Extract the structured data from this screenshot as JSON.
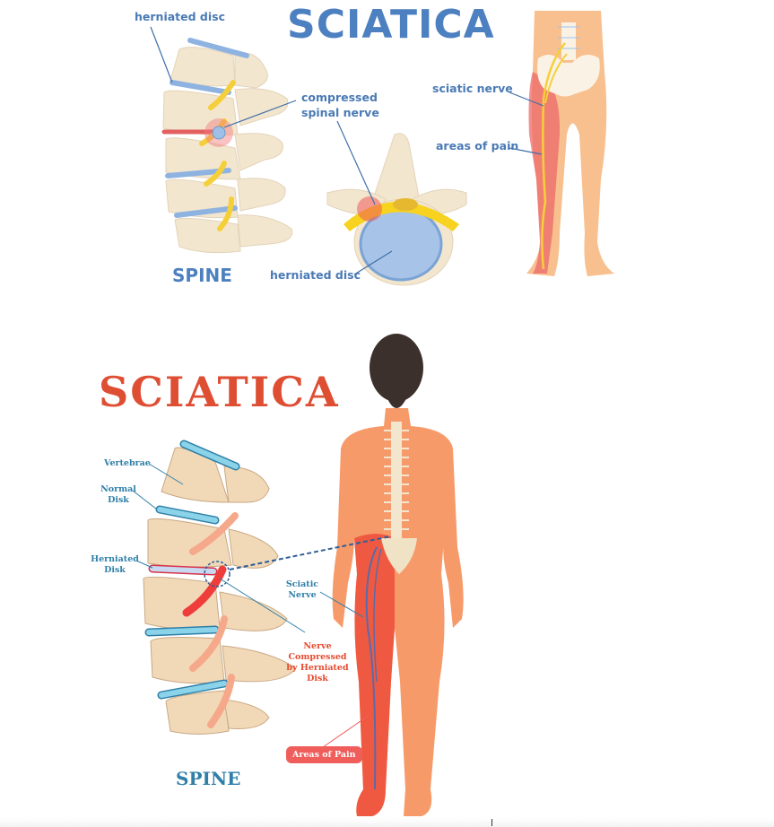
{
  "top_diagram": {
    "title": "SCIATICA",
    "title_color": "#4d80c0",
    "labels": {
      "herniated_disc_top": "herniated disc",
      "compressed_nerve_line1": "compressed",
      "compressed_nerve_line2": "spinal nerve",
      "herniated_disc_bottom": "herniated disc",
      "sciatic_nerve": "sciatic nerve",
      "areas_of_pain": "areas of pain"
    },
    "caption": "SPINE",
    "colors": {
      "bone": "#f3e6cf",
      "disc": "#8fb3e0",
      "nerve": "#f5cf3a",
      "pain": "#ef5a5a",
      "skin": "#f8c08f"
    }
  },
  "bottom_diagram": {
    "title": "SCIATICA",
    "title_color": "#de4e33",
    "labels": {
      "vertebrae": "Vertebrae",
      "normal_disk_1": "Normal",
      "normal_disk_2": "Disk",
      "herniated_disk_1": "Herniated",
      "herniated_disk_2": "Disk",
      "sciatic_1": "Sciatic",
      "sciatic_2": "Nerve",
      "compressed_1": "Nerve",
      "compressed_2": "Compressed",
      "compressed_3": "by Herniated",
      "compressed_4": "Disk",
      "areas_of_pain": "Areas of Pain"
    },
    "caption": "SPINE",
    "colors": {
      "bone": "#f1d9b8",
      "disc": "#8ad3e8",
      "nerve": "#f6a88a",
      "pain": "#ee4d3a",
      "skin": "#f79a6a",
      "hair": "#3b302c"
    }
  }
}
